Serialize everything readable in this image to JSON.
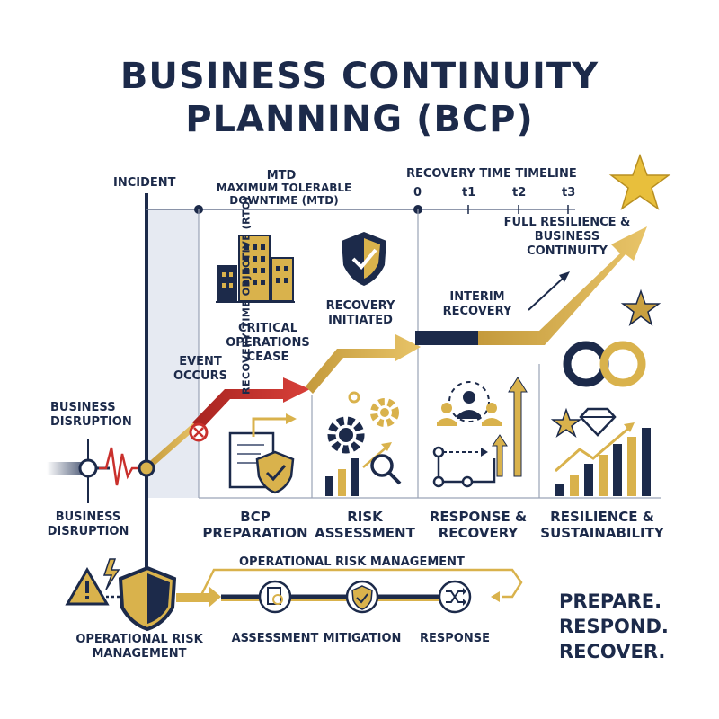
{
  "title": {
    "line1": "BUSINESS CONTINUITY",
    "line2": "PLANNING (BCP)"
  },
  "timeline": {
    "incident_label": "INCIDENT",
    "mtd_label": "MTD",
    "mtd_full": "MAXIMUM TOLERABLE DOWNTIME (MTD)",
    "recovery_timeline_label": "RECOVERY TIME TIMELINE",
    "ticks": [
      "0",
      "t1",
      "t2",
      "t3"
    ],
    "rto_label": "RECOVERY TIME OBJECTIVE (RTO)"
  },
  "events": {
    "business_disruption_top": "BUSINESS DISRUPTION",
    "business_disruption_bottom": "BUSINESS DISRUPTION",
    "event_occurs": "EVENT OCCURS",
    "critical_ops": "CRITICAL OPERATIONS CEASE",
    "recovery_initiated": "RECOVERY INITIATED",
    "interim_recovery": "INTERIM RECOVERY",
    "full_resilience": "FULL RESILIENCE & BUSINESS CONTINUITY"
  },
  "phases": [
    {
      "label": "BCP PREPARATION"
    },
    {
      "label": "RISK ASSESSMENT"
    },
    {
      "label": "RESPONSE & RECOVERY"
    },
    {
      "label": "RESILIENCE & SUSTAINABILITY"
    }
  ],
  "orm": {
    "banner": "OPERATIONAL RISK MANAGEMENT",
    "left_label": "OPERATIONAL RISK MANAGEMENT",
    "steps": [
      "ASSESSMENT",
      "MITIGATION",
      "RESPONSE"
    ]
  },
  "slogan": [
    "PREPARE.",
    "RESPOND.",
    "RECOVER."
  ],
  "colors": {
    "navy": "#1c2a4a",
    "gold": "#d9b24c",
    "red": "#c9302c",
    "light": "#e8ecf4"
  },
  "icons": [
    "buildings-icon",
    "shield-check-icon",
    "star-icon",
    "document-shield-icon",
    "gears-icon",
    "magnifier-icon",
    "team-icon",
    "rings-icon",
    "diamond-icon",
    "bar-chart-icon",
    "warning-icon",
    "lightning-icon",
    "shield-icon"
  ]
}
